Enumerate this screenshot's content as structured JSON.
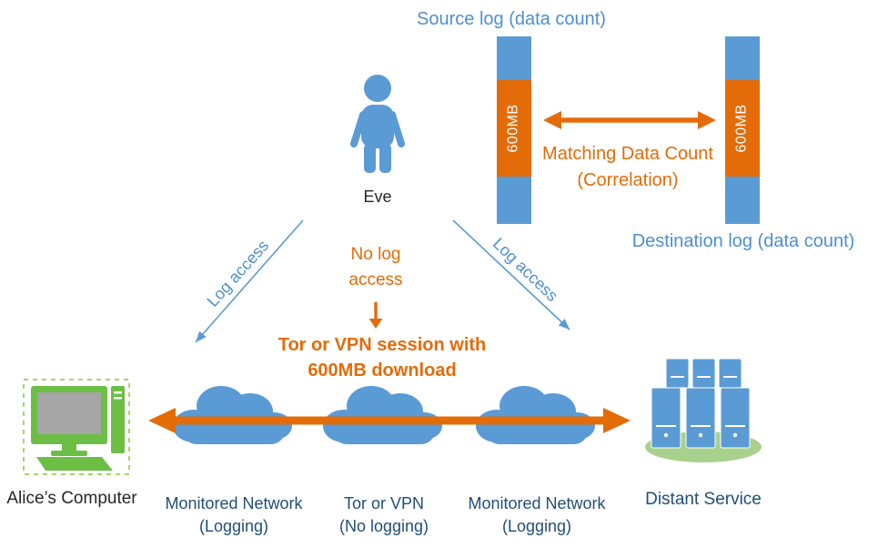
{
  "top": {
    "source_log_label": "Source log (data count)",
    "destination_log_label": "Destination log (data count)",
    "bar_left_value": "600MB",
    "bar_right_value": "600MB",
    "matching_line1": "Matching Data Count",
    "matching_line2": "(Correlation)"
  },
  "middle": {
    "eve_label": "Eve",
    "log_access_left": "Log access",
    "log_access_right": "Log access",
    "no_log_line1": "No log",
    "no_log_line2": "access",
    "session_line1": "Tor or VPN session with",
    "session_line2": "600MB download"
  },
  "bottom": {
    "alice_label": "Alice’s Computer",
    "network_left_line1": "Monitored Network",
    "network_left_line2": "(Logging)",
    "tor_line1": "Tor or VPN",
    "tor_line2": "(No logging)",
    "network_right_line1": "Monitored Network",
    "network_right_line2": "(Logging)",
    "distant_service_label": "Distant Service"
  },
  "colors": {
    "blue": "#5B9BD5",
    "orange": "#E36C09",
    "green": "#6CBE45",
    "light_green": "#A9D18E",
    "screen_gray": "#A6A6A6",
    "label_blue": "#1F4E79",
    "label_dark": "#262626"
  }
}
